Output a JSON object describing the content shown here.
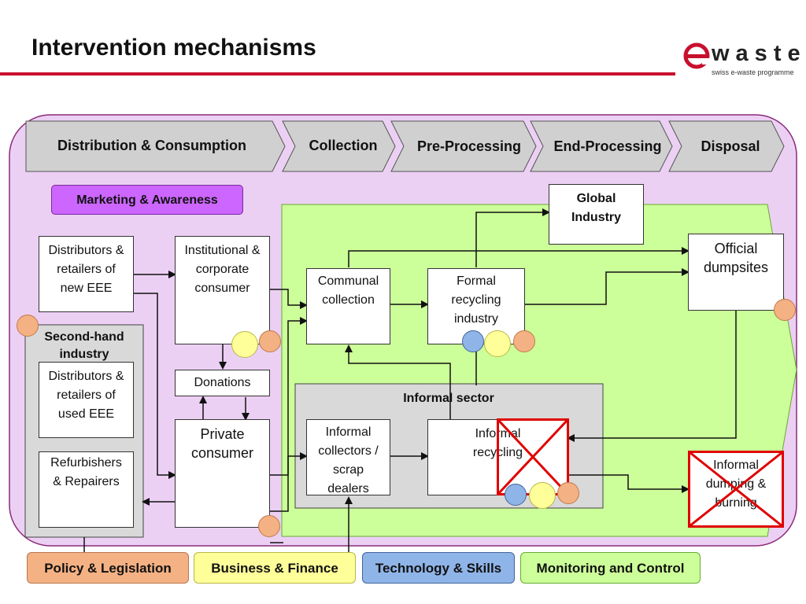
{
  "slide": {
    "title": "Intervention mechanisms",
    "logo": {
      "word": "waste",
      "sub": "swiss e-waste programme",
      "accent": "#c8102e"
    }
  },
  "chain": [
    {
      "id": "dist",
      "label": "Distribution & Consumption"
    },
    {
      "id": "coll",
      "label": "Collection"
    },
    {
      "id": "pre",
      "label": "Pre-Processing"
    },
    {
      "id": "end",
      "label": "End-Processing"
    },
    {
      "id": "disp",
      "label": "Disposal"
    }
  ],
  "marketing": "Marketing & Awareness",
  "nodes": {
    "distributors_new": "Distributors & retailers of new EEE",
    "institutional": "Institutional & corporate consumer",
    "donations": "Donations",
    "private": "Private consumer",
    "second_hand": "Second-hand industry",
    "distributors_used": "Distributors & retailers of used EEE",
    "refurbishers": "Refurbishers & Repairers",
    "communal": "Communal collection",
    "formal_recycling": "Formal recycling industry",
    "global": "Global Industry",
    "official_dumpsites": "Official dumpsites",
    "informal_sector": "Informal sector",
    "informal_collectors": "Informal collectors / scrap dealers",
    "informal_recycling": "Informal recycling",
    "informal_dumping": "Informal dumping & burning"
  },
  "mechanisms": [
    {
      "id": "policy",
      "label": "Policy & Legislation",
      "color": "#f4b183"
    },
    {
      "id": "business",
      "label": "Business & Finance",
      "color": "#ffff99"
    },
    {
      "id": "technology",
      "label": "Technology & Skills",
      "color": "#8fb4e8"
    },
    {
      "id": "monitoring",
      "label": "Monitoring and Control",
      "color": "#ccff99"
    }
  ],
  "colors": {
    "frame": "#ecd0f4",
    "frame_border": "#8a2a7a",
    "green_zone": "#ccff99",
    "chevron": "#d0d0d0",
    "marketing": "#cc66ff",
    "informal_sector_bg": "#d9d9d9",
    "cross": "#e00000"
  }
}
